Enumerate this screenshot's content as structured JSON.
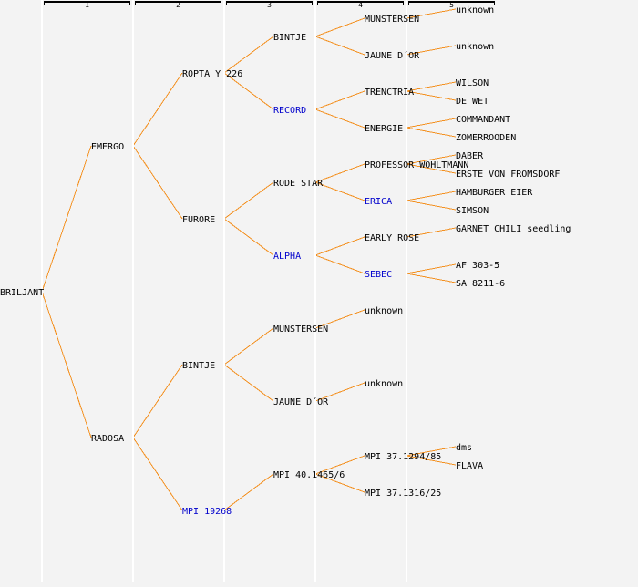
{
  "colors": {
    "line": "#f39020",
    "highlight_text": "#0000cc",
    "text": "#000000",
    "background": "#f3f3f3"
  },
  "generations": [
    "1",
    "2",
    "3",
    "4",
    "5"
  ],
  "tree": {
    "name": "BRILJANT",
    "children": [
      {
        "name": "EMERGO",
        "children": [
          {
            "name": "ROPTA Y 226",
            "children": [
              {
                "name": "BINTJE",
                "children": [
                  {
                    "name": "MUNSTERSEN",
                    "children": [
                      {
                        "name": "unknown"
                      }
                    ]
                  },
                  {
                    "name": "JAUNE D´OR",
                    "children": [
                      {
                        "name": "unknown"
                      }
                    ]
                  }
                ]
              },
              {
                "name": "RECORD",
                "highlight": true,
                "children": [
                  {
                    "name": "TRENCTRIA",
                    "children": [
                      {
                        "name": "WILSON"
                      },
                      {
                        "name": "DE WET"
                      }
                    ]
                  },
                  {
                    "name": "ENERGIE",
                    "children": [
                      {
                        "name": "COMMANDANT"
                      },
                      {
                        "name": "ZOMERROODEN"
                      }
                    ]
                  }
                ]
              }
            ]
          },
          {
            "name": "FURORE",
            "children": [
              {
                "name": "RODE STAR",
                "children": [
                  {
                    "name": "PROFESSOR WOHLTMANN",
                    "children": [
                      {
                        "name": "DABER"
                      },
                      {
                        "name": "ERSTE VON FROMSDORF"
                      }
                    ]
                  },
                  {
                    "name": "ERICA",
                    "highlight": true,
                    "children": [
                      {
                        "name": "HAMBURGER EIER"
                      },
                      {
                        "name": "SIMSON"
                      }
                    ]
                  }
                ]
              },
              {
                "name": "ALPHA",
                "highlight": true,
                "children": [
                  {
                    "name": "EARLY ROSE",
                    "children": [
                      {
                        "name": "GARNET CHILI seedling"
                      }
                    ]
                  },
                  {
                    "name": "SEBEC",
                    "highlight": true,
                    "children": [
                      {
                        "name": "AF 303-5"
                      },
                      {
                        "name": "SA 8211-6"
                      }
                    ]
                  }
                ]
              }
            ]
          }
        ]
      },
      {
        "name": "RADOSA",
        "children": [
          {
            "name": "BINTJE",
            "children": [
              {
                "name": "MUNSTERSEN",
                "children": [
                  {
                    "name": "unknown"
                  }
                ]
              },
              {
                "name": "JAUNE D´OR",
                "children": [
                  {
                    "name": "unknown"
                  }
                ]
              }
            ]
          },
          {
            "name": "MPI 19268",
            "highlight": true,
            "children": [
              {
                "name": "MPI 40.1465/6",
                "children": [
                  {
                    "name": "MPI 37.1294/85",
                    "children": [
                      {
                        "name": "dms"
                      },
                      {
                        "name": "FLAVA"
                      }
                    ]
                  },
                  {
                    "name": "MPI 37.1316/25"
                  }
                ]
              }
            ]
          }
        ]
      }
    ]
  }
}
